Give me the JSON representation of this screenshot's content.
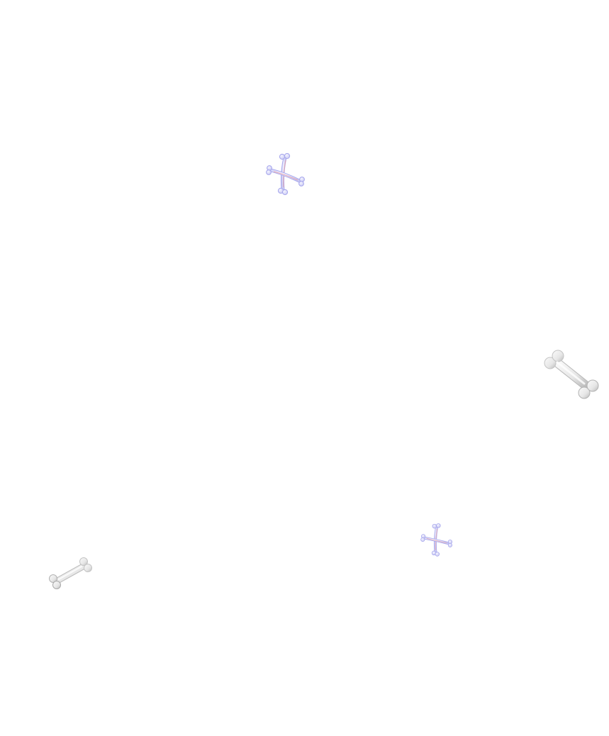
{
  "scene": {
    "background_color": "#ffffff",
    "objects": [
      {
        "kind": "crossed-bones",
        "icon": "crossed-bones-icon",
        "bone_color": "#dcdcf8",
        "outline_color": "#a6a6ec",
        "accent_color": "#e59aa2"
      },
      {
        "kind": "crossed-bones",
        "icon": "crossed-bones-icon",
        "bone_color": "#dcdcf8",
        "outline_color": "#a6a6ec",
        "accent_color": "#e59aa2"
      },
      {
        "kind": "bone",
        "icon": "bone-icon",
        "bone_color": "#ededed",
        "shade_color": "#b9b9b9"
      },
      {
        "kind": "bone",
        "icon": "bone-icon",
        "bone_color": "#ededed",
        "shade_color": "#b9b9b9"
      }
    ]
  }
}
